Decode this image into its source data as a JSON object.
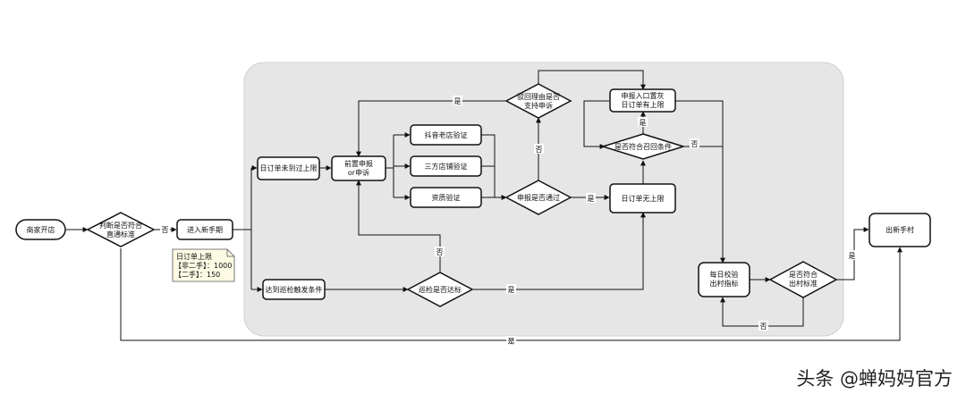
{
  "nodes": {
    "start": "商家开店",
    "judge_standard": [
      "判断是否符合",
      "直通标准"
    ],
    "enter_new": "进入新手期",
    "daily_not_limit": "日订单未到过上限",
    "pre_appeal": [
      "前置申报",
      "or申诉"
    ],
    "douyin_verify": "抖音老店验证",
    "third_party_verify": "三方店铺验证",
    "qualification_verify": "资质验证",
    "appeal_pass": "申报是否通过",
    "reason_support": [
      "驳回理由是否",
      "支持申诉"
    ],
    "apply_gray": [
      "申报入口置灰",
      "日订单有上限"
    ],
    "recall_condition": "是否符合召回条件",
    "no_limit": "日订单无上限",
    "patrol_trigger": "达到巡检触发条件",
    "patrol_pass": "巡检是否达标",
    "daily_check": [
      "每日校验",
      "出村指标"
    ],
    "meet_exit": [
      "是否符合",
      "出村标准"
    ],
    "exit_new": "出新手村"
  },
  "note": {
    "title": "日订单上限",
    "line1": "【非二手】：1000",
    "line2": "【二手】：150"
  },
  "edge_labels": {
    "no": "否",
    "yes": "是"
  },
  "watermark": "头条 @蝉妈妈官方"
}
